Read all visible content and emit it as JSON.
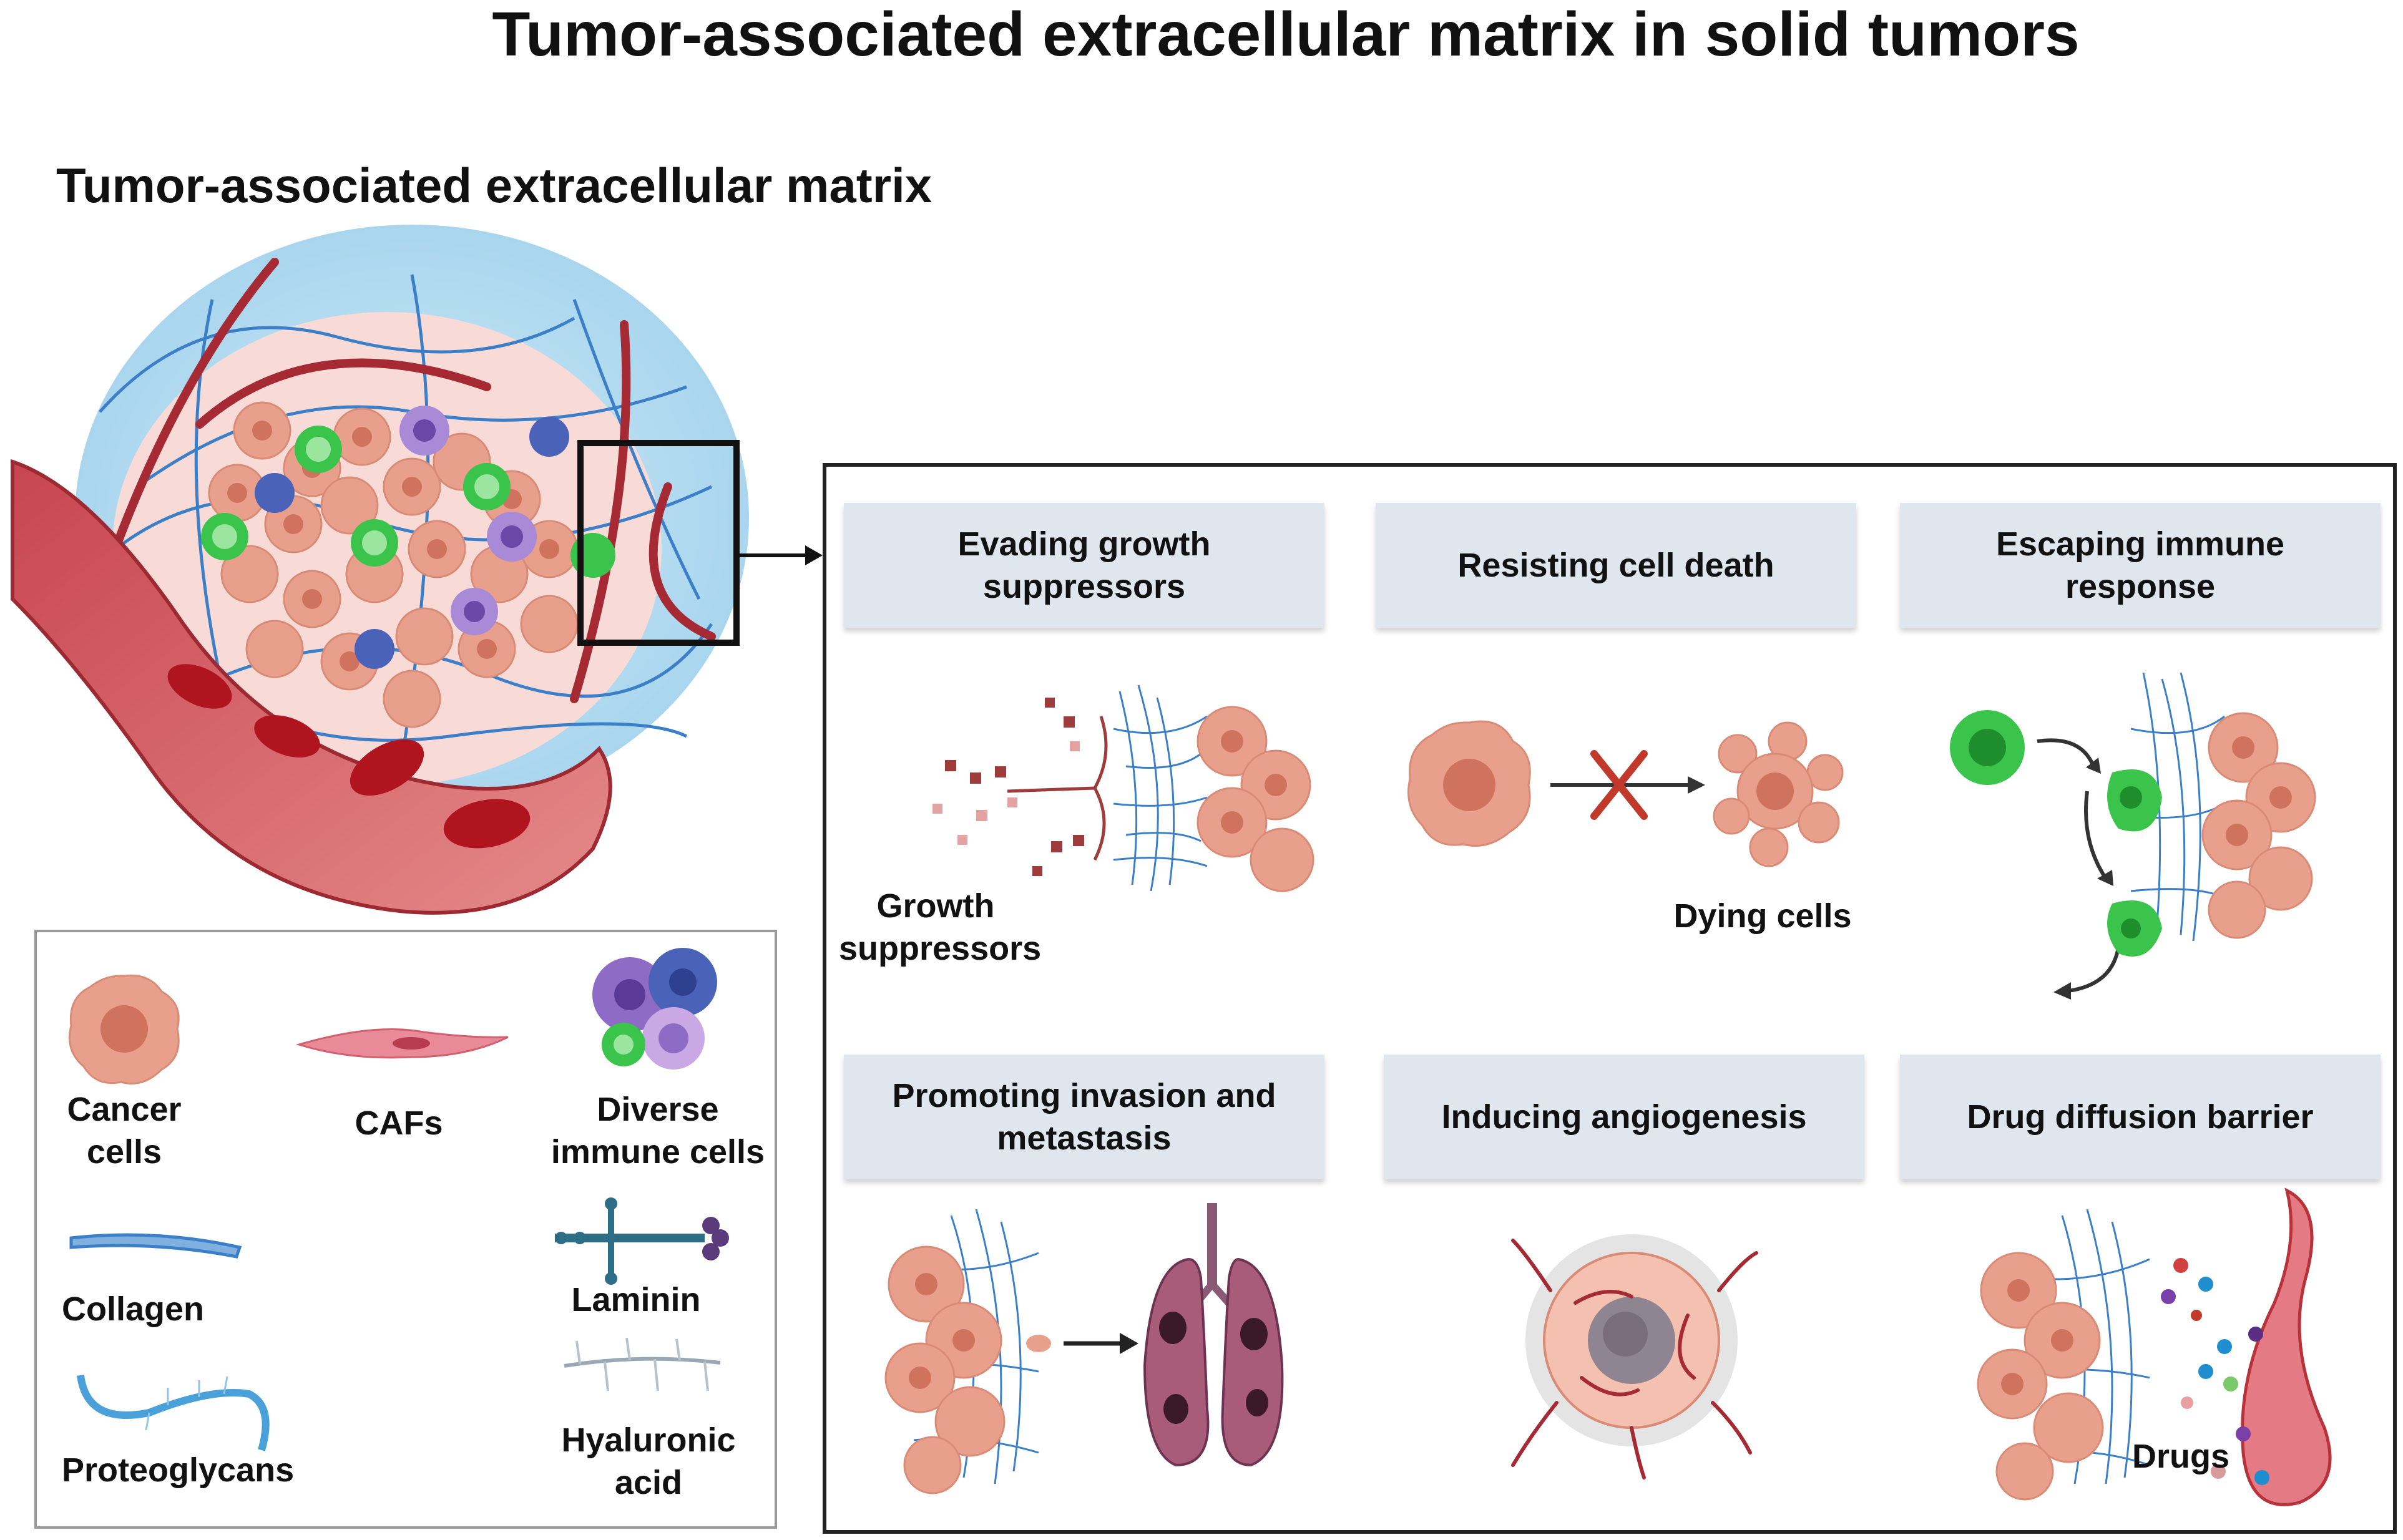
{
  "title": "Tumor-associated extracellular matrix  in solid tumors",
  "section_title": "Tumor-associated extracellular matrix",
  "legend": {
    "cancer_cells": "Cancer cells",
    "cafs": "CAFs",
    "immune_cells": "Diverse immune cells",
    "collagen": "Collagen",
    "laminin": "Laminin",
    "proteoglycans": "Proteoglycans",
    "hyaluronic_acid": "Hyaluronic acid"
  },
  "panels": {
    "evading": {
      "header": "Evading growth suppressors",
      "label": "Growth suppressors"
    },
    "resisting": {
      "header": "Resisting cell death",
      "label": "Dying cells"
    },
    "escaping": {
      "header": "Escaping immune response"
    },
    "invasion": {
      "header": "Promoting invasion and metastasis"
    },
    "angiogenesis": {
      "header": "Inducing angiogenesis"
    },
    "drug": {
      "header": "Drug diffusion barrier",
      "label": "Drugs"
    }
  },
  "colors": {
    "cancer_cell": "#e8a08c",
    "cancer_nucleus": "#d0735e",
    "vessel": "#b8323a",
    "ecm_fiber": "#3b7fc9",
    "immune_green": "#3bc44b",
    "immune_purple": "#8e6bc4",
    "header_bg": "#dfe6ee"
  }
}
